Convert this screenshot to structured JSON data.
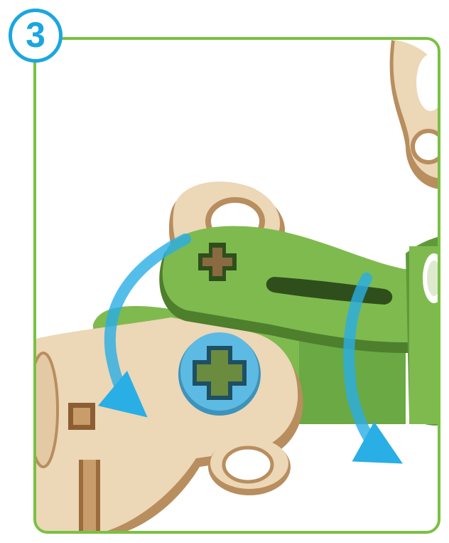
{
  "step": {
    "number": "3"
  },
  "colors": {
    "frame_border": "#79c142",
    "badge": "#1ba6df",
    "wood": "#ecd7b6",
    "wood_edge": "#b88e5f",
    "green_part": "#7fba4f",
    "blue_peg": "#5dbbe3",
    "arrow": "#29aee6"
  },
  "illustration": {
    "icons": [
      "wooden-arm-piece",
      "green-arm-piece",
      "blue-peg",
      "rotate-arrow-left",
      "rotate-arrow-right"
    ]
  }
}
